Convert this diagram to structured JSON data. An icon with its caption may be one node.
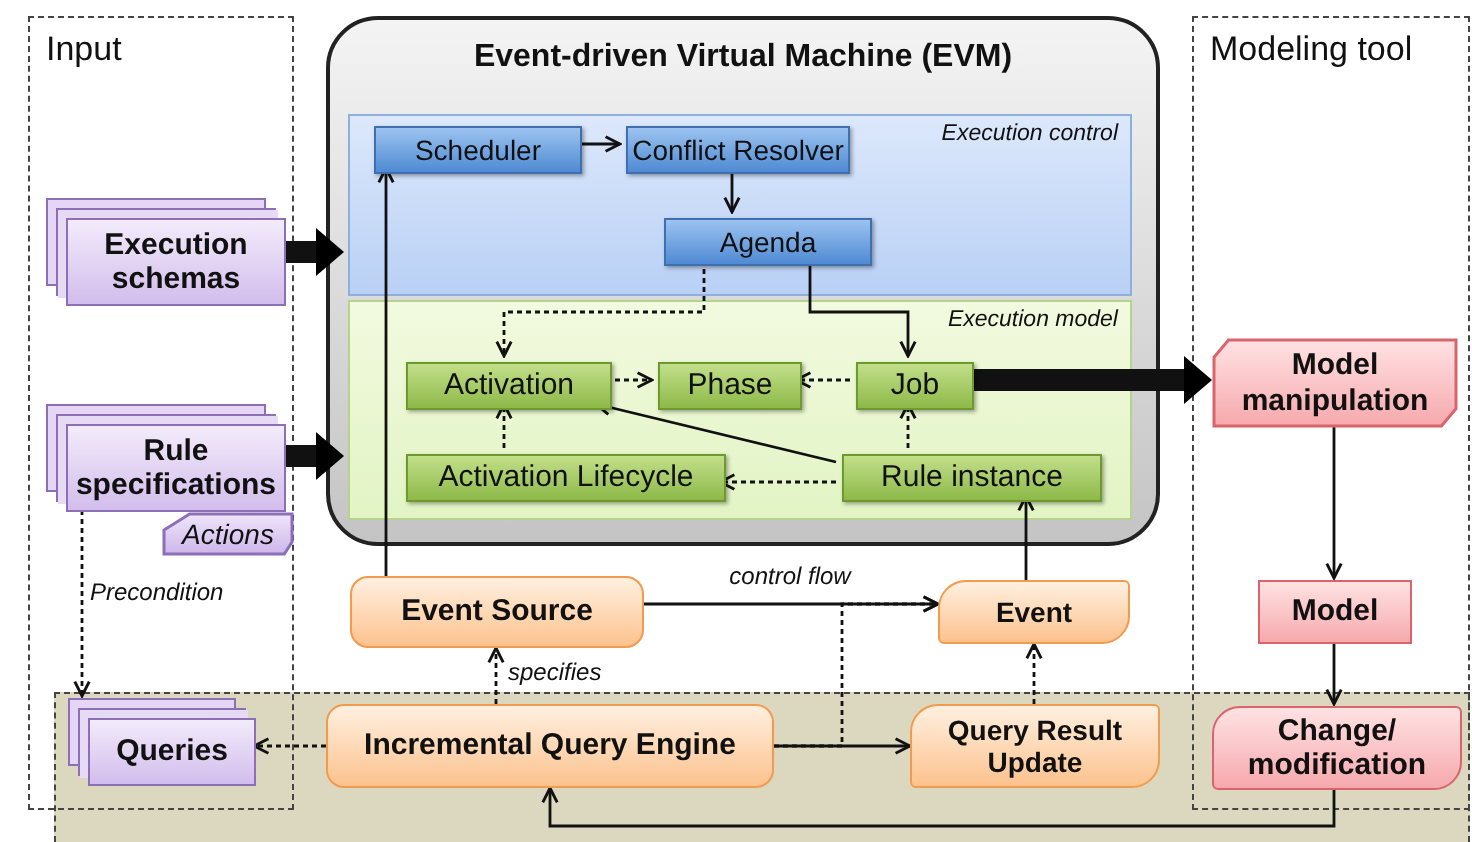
{
  "diagram": {
    "nodes": [
      {
        "text": [
          "Input"
        ]
      },
      {
        "text": [
          "Modeling tool"
        ]
      },
      {
        "text": [
          "Event-driven Virtual Machine (EVM)"
        ]
      },
      {
        "text": [
          "Execution control"
        ],
        "in": 2
      },
      {
        "text": [
          "Scheduler"
        ],
        "in": 3
      },
      {
        "text": [
          "Conflict Resolver"
        ],
        "in": 3
      },
      {
        "text": [
          "Agenda"
        ],
        "in": 3
      },
      {
        "text": [
          "Execution model"
        ],
        "in": 2
      },
      {
        "text": [
          "Activation"
        ],
        "in": 7
      },
      {
        "text": [
          "Phase"
        ],
        "in": 7
      },
      {
        "text": [
          "Job"
        ],
        "in": 7
      },
      {
        "text": [
          "Activation Lifecycle"
        ],
        "in": 7
      },
      {
        "text": [
          "Rule instance"
        ],
        "in": 7
      },
      {
        "text": [
          "Execution schemas"
        ],
        "in": 0
      },
      {
        "text": [
          "Rule specifications"
        ],
        "in": 0
      },
      {
        "text": [
          "Actions"
        ],
        "in": 0
      },
      {
        "text": [
          "Model manipulation"
        ],
        "in": 1
      },
      {
        "text": [
          "Model"
        ],
        "in": 1
      },
      {
        "text": [
          "Event Source"
        ]
      },
      {
        "text": [
          "Event"
        ]
      },
      {
        "text": [
          "Queries"
        ],
        "in": 0
      },
      {
        "text": [
          "Incremental Query Engine"
        ]
      },
      {
        "text": [
          "Query Result Update"
        ]
      },
      {
        "text": [
          "Change/ modification"
        ],
        "in": 1
      }
    ],
    "edges": [
      {
        "from": 13,
        "to": 3,
        "arrow": "to",
        "style": "thick"
      },
      {
        "from": 14,
        "to": 7,
        "arrow": "to",
        "style": "thick"
      },
      {
        "from": 10,
        "to": 16,
        "arrow": "to",
        "style": "thick"
      },
      {
        "from": 4,
        "to": 5,
        "arrow": "to"
      },
      {
        "from": 5,
        "to": 6,
        "arrow": "to"
      },
      {
        "from": 6,
        "to": 10,
        "arrow": "to"
      },
      {
        "from": 6,
        "to": 8,
        "arrow": "to",
        "style": "dashed"
      },
      {
        "from": 8,
        "to": 9,
        "arrow": "to",
        "style": "dashed"
      },
      {
        "from": 10,
        "to": 9,
        "arrow": "to",
        "style": "dashed"
      },
      {
        "from": 11,
        "to": 8,
        "arrow": "to",
        "style": "dashed"
      },
      {
        "from": 12,
        "to": 10,
        "arrow": "to",
        "style": "dashed"
      },
      {
        "from": 12,
        "to": 8,
        "arrow": "to"
      },
      {
        "from": 12,
        "to": 11,
        "arrow": "to",
        "style": "dashed"
      },
      {
        "from": 18,
        "to": 4,
        "arrow": "to"
      },
      {
        "from": 18,
        "to": 19,
        "arrow": "to",
        "label": "control flow"
      },
      {
        "from": 19,
        "to": 12,
        "arrow": "to"
      },
      {
        "from": 21,
        "to": 18,
        "arrow": "to",
        "style": "dashed",
        "label": "specifies"
      },
      {
        "from": 21,
        "to": 20,
        "arrow": "to",
        "style": "dashed"
      },
      {
        "from": 21,
        "to": 22,
        "arrow": "to"
      },
      {
        "from": 21,
        "to": 19,
        "arrow": "to",
        "style": "dashed"
      },
      {
        "from": 22,
        "to": 19,
        "arrow": "to",
        "style": "dashed"
      },
      {
        "from": 16,
        "to": 17,
        "arrow": "to"
      },
      {
        "from": 17,
        "to": 23,
        "arrow": "to"
      },
      {
        "from": 23,
        "to": 21,
        "arrow": "to"
      },
      {
        "from": 14,
        "to": 20,
        "arrow": "to",
        "style": "dashed",
        "label": "Precondition"
      }
    ]
  }
}
